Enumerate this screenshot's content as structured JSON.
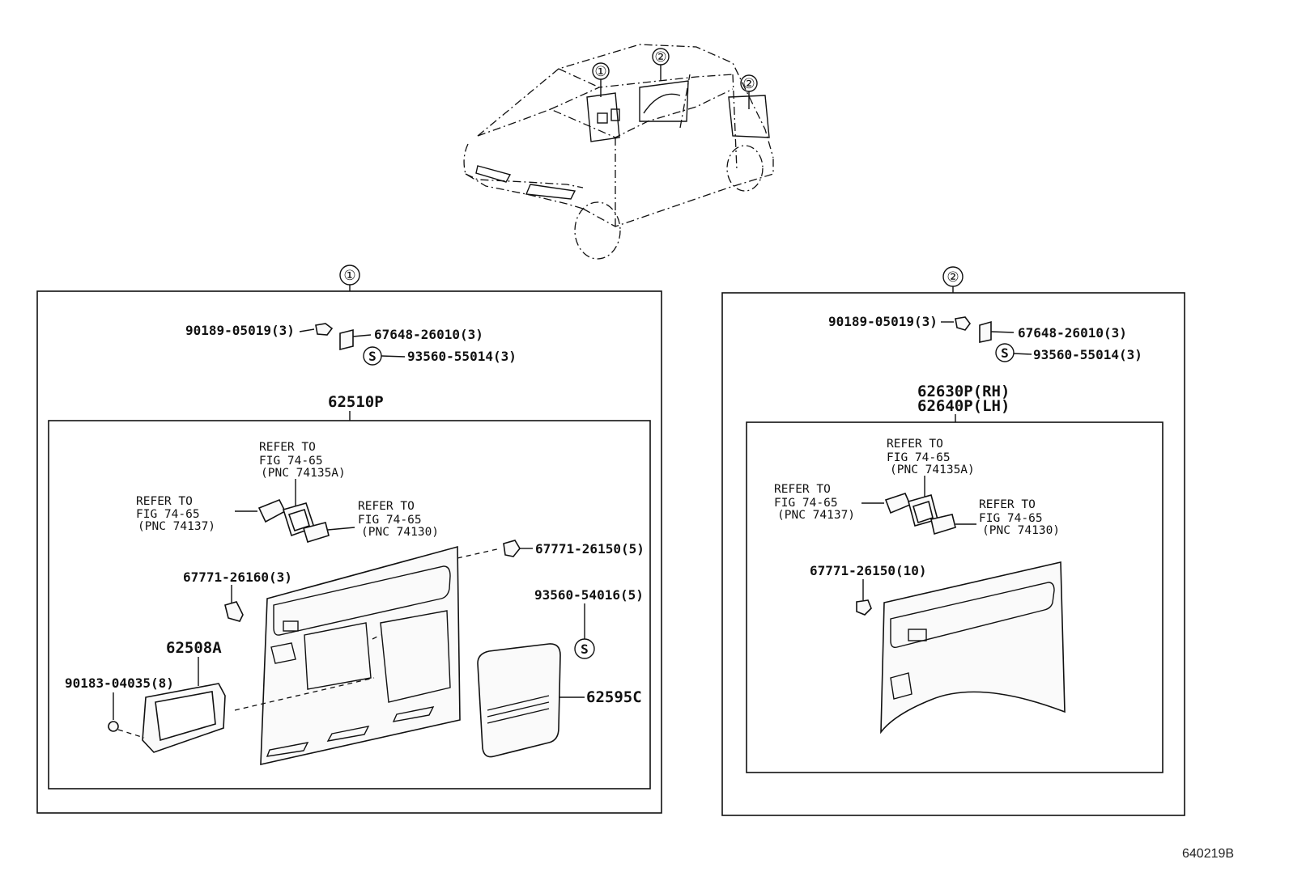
{
  "diagram": {
    "code": "640219B",
    "callout_1": "①",
    "callout_2": "②",
    "overview": {
      "markers": [
        "①",
        "②",
        "②"
      ]
    },
    "section_1": {
      "label": "①",
      "hardware": [
        {
          "text": "90189-05019(3)"
        },
        {
          "text": "67648-26010(3)"
        },
        {
          "text": "93560-55014(3)"
        }
      ],
      "s_mark": "S",
      "assembly": "62510P",
      "refs": [
        {
          "l1": "REFER TO",
          "l2": "FIG 74-65",
          "l3": "(PNC 74135A)"
        },
        {
          "l1": "REFER TO",
          "l2": "FIG 74-65",
          "l3": "(PNC 74137)"
        },
        {
          "l1": "REFER TO",
          "l2": "FIG 74-65",
          "l3": "(PNC 74130)"
        }
      ],
      "parts": {
        "clip_top": "67771-26150(5)",
        "clip_left": "67771-26160(3)",
        "s_screw": "93560-54016(5)",
        "s_circle": "S",
        "lamp": "62508A",
        "nut": "90183-04035(8)",
        "pad": "62595C"
      }
    },
    "section_2": {
      "label": "②",
      "hardware": [
        {
          "text": "90189-05019(3)"
        },
        {
          "text": "67648-26010(3)"
        },
        {
          "text": "93560-55014(3)"
        }
      ],
      "s_mark": "S",
      "assembly_rh": "62630P(RH)",
      "assembly_lh": "62640P(LH)",
      "refs": [
        {
          "l1": "REFER TO",
          "l2": "FIG 74-65",
          "l3": "(PNC 74135A)"
        },
        {
          "l1": "REFER TO",
          "l2": "FIG 74-65",
          "l3": "(PNC 74137)"
        },
        {
          "l1": "REFER TO",
          "l2": "FIG 74-65",
          "l3": "(PNC 74130)"
        }
      ],
      "parts": {
        "clip": "67771-26150(10)"
      }
    }
  }
}
